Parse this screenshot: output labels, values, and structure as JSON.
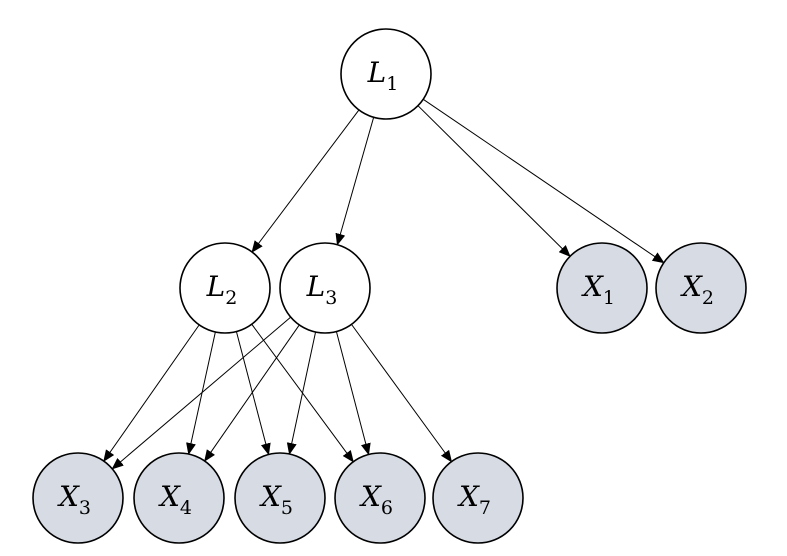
{
  "colors": {
    "latent_fill": "#ffffff",
    "observed_fill": "#d6dbe4",
    "stroke": "#000000"
  },
  "nodes": [
    {
      "id": "L1",
      "letter": "L",
      "sub": "1",
      "kind": "latent"
    },
    {
      "id": "L2",
      "letter": "L",
      "sub": "2",
      "kind": "latent"
    },
    {
      "id": "L3",
      "letter": "L",
      "sub": "3",
      "kind": "latent"
    },
    {
      "id": "X1",
      "letter": "X",
      "sub": "1",
      "kind": "observed"
    },
    {
      "id": "X2",
      "letter": "X",
      "sub": "2",
      "kind": "observed"
    },
    {
      "id": "X3",
      "letter": "X",
      "sub": "3",
      "kind": "observed"
    },
    {
      "id": "X4",
      "letter": "X",
      "sub": "4",
      "kind": "observed"
    },
    {
      "id": "X5",
      "letter": "X",
      "sub": "5",
      "kind": "observed"
    },
    {
      "id": "X6",
      "letter": "X",
      "sub": "6",
      "kind": "observed"
    },
    {
      "id": "X7",
      "letter": "X",
      "sub": "7",
      "kind": "observed"
    }
  ],
  "edges": [
    [
      "L1",
      "L2"
    ],
    [
      "L1",
      "L3"
    ],
    [
      "L1",
      "X1"
    ],
    [
      "L1",
      "X2"
    ],
    [
      "L2",
      "X3"
    ],
    [
      "L2",
      "X4"
    ],
    [
      "L2",
      "X5"
    ],
    [
      "L2",
      "X6"
    ],
    [
      "L3",
      "X3"
    ],
    [
      "L3",
      "X4"
    ],
    [
      "L3",
      "X5"
    ],
    [
      "L3",
      "X6"
    ],
    [
      "L3",
      "X7"
    ]
  ]
}
